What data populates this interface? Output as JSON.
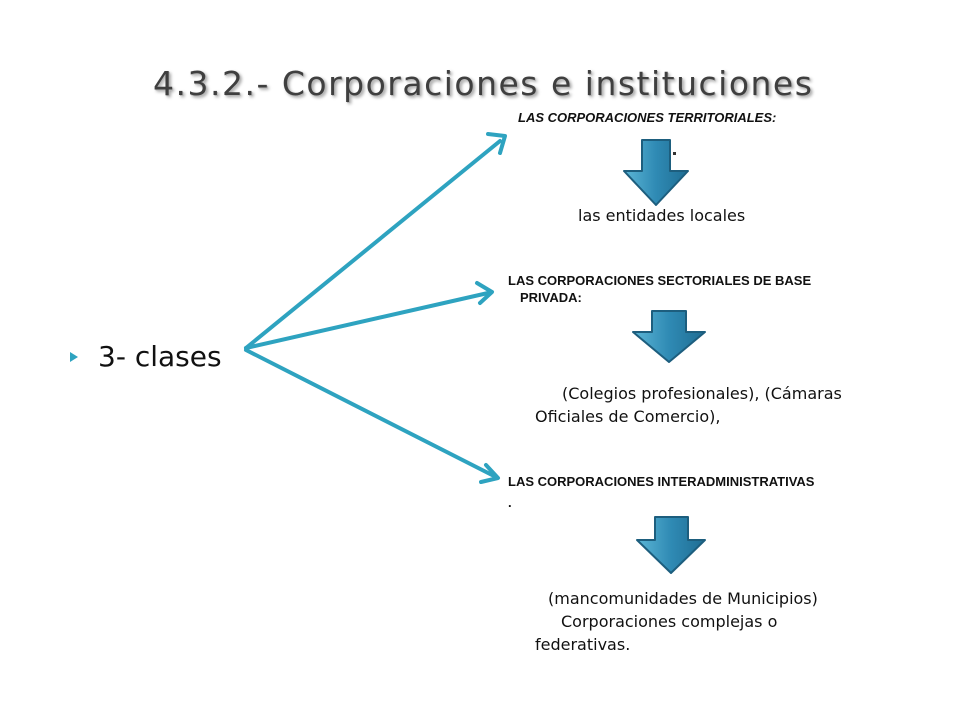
{
  "title": "4.3.2.- Corporaciones e instituciones",
  "bullet": "3- clases",
  "group1": {
    "heading": "LAS CORPORACIONES TERRITORIALES:",
    "text": "las entidades locales"
  },
  "group2": {
    "heading_line1": "LAS CORPORACIONES SECTORIALES DE BASE",
    "heading_line2": "PRIVADA:",
    "text_line1": "(Colegios profesionales), (Cámaras",
    "text_line2": "Oficiales de Comercio),"
  },
  "group3": {
    "heading_line1": "LAS CORPORACIONES INTERADMINISTRATIVAS",
    "heading_line2": ".",
    "text_line1": "(mancomunidades de Municipios)",
    "text_line2": "Corporaciones complejas o",
    "text_line3": "federativas."
  },
  "colors": {
    "connector": "#2ea3c0",
    "down_arrow_fill": "#2e86b0",
    "down_arrow_stroke": "#1d5e7e",
    "title_text": "#3f3f3f"
  }
}
